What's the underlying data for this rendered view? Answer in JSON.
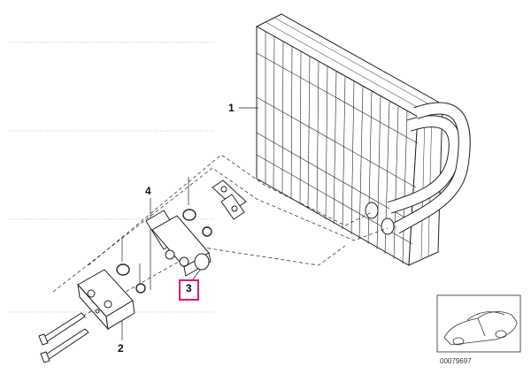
{
  "diagram": {
    "callouts": [
      {
        "id": "1",
        "label": "1"
      },
      {
        "id": "2",
        "label": "2"
      },
      {
        "id": "3",
        "label": "3",
        "highlighted": true
      },
      {
        "id": "4",
        "label": "4"
      }
    ],
    "reference_code": "00079697",
    "highlight_color": "#e0177a",
    "line_color": "#222222",
    "icons": [
      "evaporator-icon",
      "expansion-valve-icon",
      "flange-plate-icon",
      "bolt-icon",
      "o-ring-icon",
      "seal-plate-icon",
      "vehicle-thumbnail-icon"
    ]
  }
}
